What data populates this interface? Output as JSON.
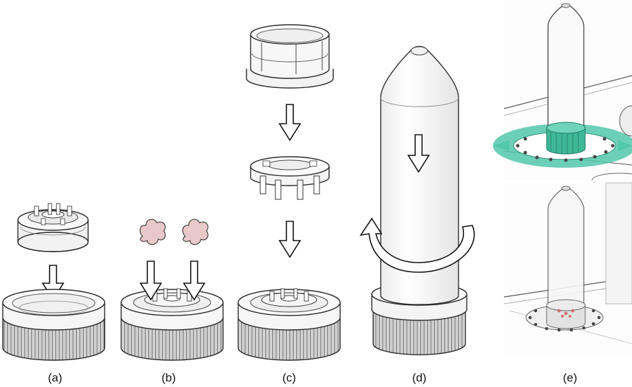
{
  "panels": [
    {
      "id": "a",
      "label": "(a)"
    },
    {
      "id": "b",
      "label": "(b)"
    },
    {
      "id": "c",
      "label": "(c)"
    },
    {
      "id": "d",
      "label": "(d)"
    },
    {
      "id": "e",
      "label": "(e)"
    }
  ],
  "colors": {
    "outline": "#2a2a2a",
    "part_fill": "#f4f4f4",
    "ridge_fill": "#e6e6e6",
    "tissue": "#e8c8c8",
    "highlight": "#52c7aa",
    "sample_dots": "#d07070"
  },
  "icons": [
    "down-arrow-icon",
    "rotate-arrow-icon",
    "tissue-sample-icon"
  ]
}
